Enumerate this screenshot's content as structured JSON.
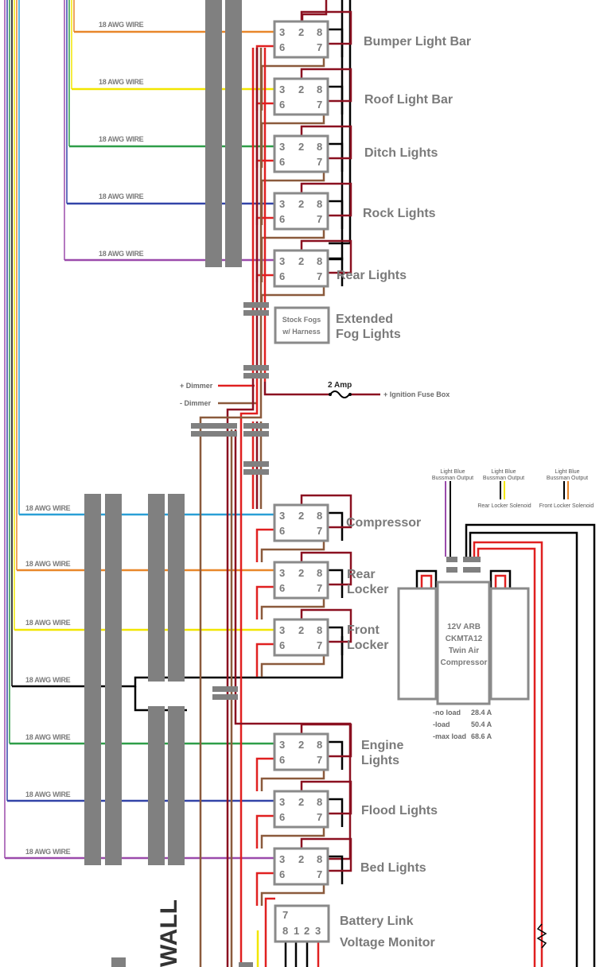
{
  "colors": {
    "orange": "#e8872a",
    "yellow": "#f2e600",
    "green": "#2e9e48",
    "blue": "#3344a8",
    "purple": "#9b4bab",
    "cyan": "#2a9fd6",
    "black": "#000000",
    "darkred": "#8b1020",
    "red": "#e02020",
    "brown": "#8b5a3c",
    "grey": "#808080"
  },
  "wire_label": "18 AWG WIRE",
  "relays_top": [
    {
      "label": "Bumper Light Bar"
    },
    {
      "label": "Roof Light Bar"
    },
    {
      "label": "Ditch Lights"
    },
    {
      "label": "Rock Lights"
    },
    {
      "label": "Rear Lights"
    }
  ],
  "relay_pins": {
    "p3": "3",
    "p2": "2",
    "p8": "8",
    "p6": "6",
    "p7": "7"
  },
  "fog_box": {
    "line1": "Stock Fogs",
    "line2": "w/ Harness"
  },
  "fog_label": {
    "line1": "Extended",
    "line2": "Fog Lights"
  },
  "dimmer_plus": "+ Dimmer",
  "dimmer_minus": "- Dimmer",
  "fuse_label": "2 Amp",
  "ignition_label": "+ Ignition Fuse Box",
  "relays_mid": [
    {
      "line1": "Compressor",
      "line2": ""
    },
    {
      "line1": "Rear",
      "line2": "Locker"
    },
    {
      "line1": "Front",
      "line2": "Locker"
    }
  ],
  "relays_bottom": [
    {
      "line1": "Engine",
      "line2": "Lights"
    },
    {
      "line1": "Flood Lights",
      "line2": ""
    },
    {
      "line1": "Bed Lights",
      "line2": ""
    }
  ],
  "battery_link": {
    "label1": "Battery Link",
    "label2": "Voltage Monitor",
    "pins": {
      "p7": "7",
      "p8": "8",
      "p1": "1",
      "p2": "2",
      "p3": "3"
    }
  },
  "bussman_outputs": [
    {
      "line1": "Light Blue",
      "line2": "Bussman Output"
    },
    {
      "line1": "Light Blue",
      "line2": "Bussman Output"
    },
    {
      "line1": "Light Blue",
      "line2": "Bussman Output"
    }
  ],
  "solenoid_labels": {
    "rear": "Rear Locker  Solenoid",
    "front": "Front Locker  Solenoid"
  },
  "compressor": {
    "line1": "12V ARB",
    "line2": "CKMTA12",
    "line3": "Twin Air",
    "line4": "Compressor"
  },
  "load_specs": [
    {
      "label": "-no load",
      "value": "28.4 A"
    },
    {
      "label": "-load",
      "value": "50.4 A"
    },
    {
      "label": "-max load",
      "value": "68.6 A"
    }
  ],
  "firewall_text": "WALL"
}
